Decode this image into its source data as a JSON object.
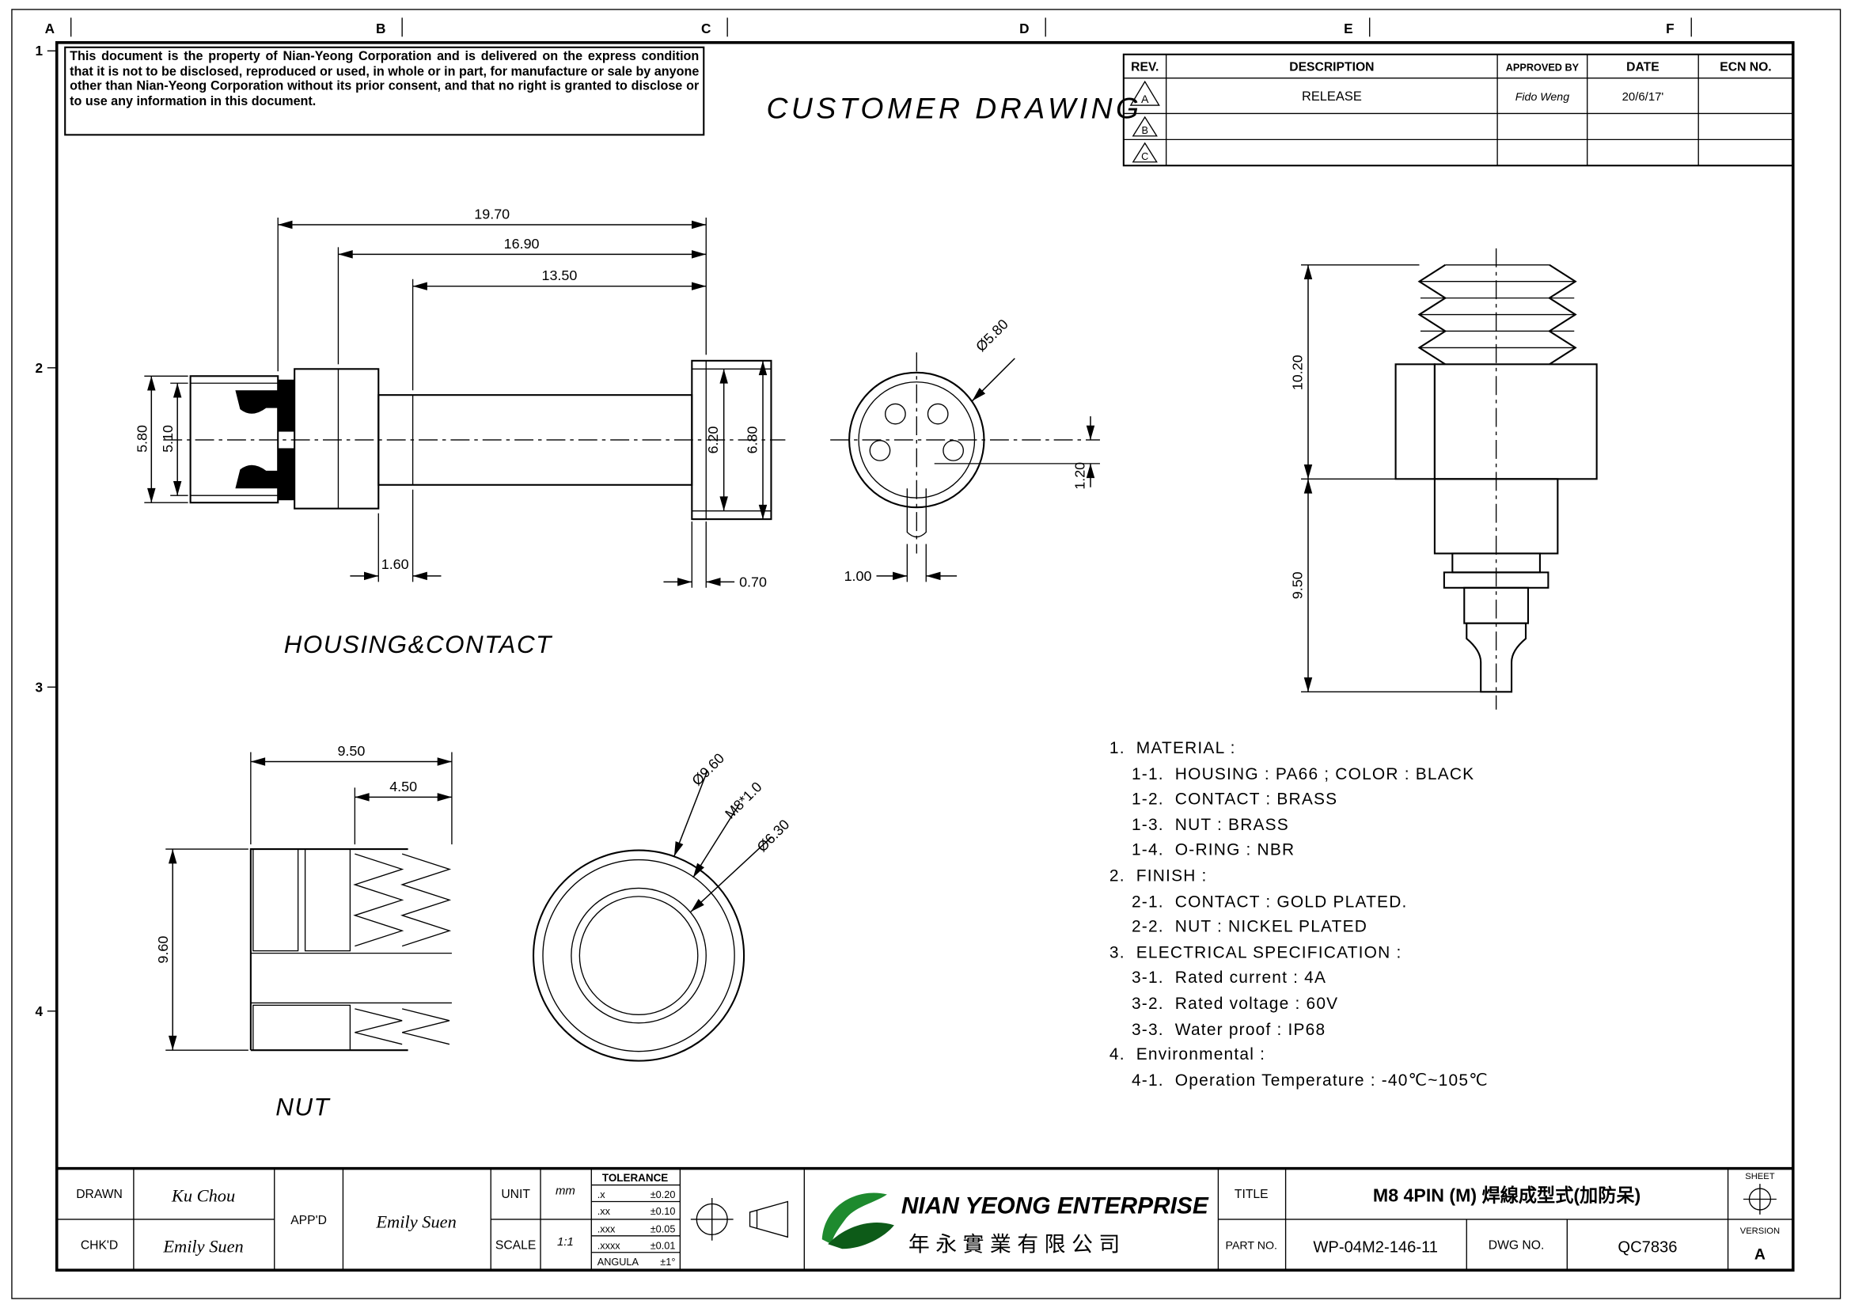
{
  "header": {
    "drawing_type": "CUSTOMER  DRAWING",
    "notice": "This document is the property of Nian-Yeong Corporation and is delivered on the express condition that it is not to be disclosed, reproduced or used, in whole or in part, for manufacture or sale by anyone other than Nian-Yeong Corporation without its prior consent, and that no right is granted to disclose or to use any information in this document."
  },
  "zones": {
    "cols": [
      "A",
      "B",
      "C",
      "D",
      "E",
      "F"
    ],
    "rows": [
      "1",
      "2",
      "3",
      "4"
    ]
  },
  "rev_table": {
    "headers": {
      "rev": "REV.",
      "description": "DESCRIPTION",
      "approved": "APPROVED BY",
      "date": "DATE",
      "ecn": "ECN NO."
    },
    "rows": [
      {
        "rev": "A",
        "description": "RELEASE",
        "approved": "Fido Weng",
        "date": "20/6/17'",
        "ecn": ""
      },
      {
        "rev": "B",
        "description": "",
        "approved": "",
        "date": "",
        "ecn": ""
      },
      {
        "rev": "C",
        "description": "",
        "approved": "",
        "date": "",
        "ecn": ""
      }
    ]
  },
  "housing_view": {
    "label": "HOUSING&CONTACT",
    "dim_19_70": "19.70",
    "dim_16_90": "16.90",
    "dim_13_50": "13.50",
    "dim_5_80": "5.80",
    "dim_5_10": "5.10",
    "dim_6_20": "6.20",
    "dim_6_80": "6.80",
    "dim_1_60": "1.60",
    "dim_0_70": "0.70"
  },
  "end_view": {
    "dim_dia_5_80": "Ø5.80",
    "dim_1_20": "1.20",
    "dim_1_00": "1.00"
  },
  "overmold_view": {
    "dim_10_20": "10.20",
    "dim_9_50": "9.50"
  },
  "nut_view": {
    "label": "NUT",
    "dim_9_50": "9.50",
    "dim_4_50": "4.50",
    "dim_9_60": "9.60"
  },
  "nut_end_view": {
    "dim_dia_9_60": "Ø9.60",
    "dim_m8": "M8*1.0",
    "dim_dia_6_30": "Ø6.30"
  },
  "notes": {
    "text": "1.  MATERIAL :\n    1-1.  HOUSING : PA66 ; COLOR : BLACK\n    1-2.  CONTACT : BRASS\n    1-3.  NUT : BRASS\n    1-4.  O-RING : NBR\n2.  FINISH :\n    2-1.  CONTACT : GOLD PLATED.\n    2-2.  NUT : NICKEL PLATED\n3.  ELECTRICAL SPECIFICATION :\n    3-1.  Rated current : 4A\n    3-2.  Rated voltage : 60V\n    3-3.  Water proof : IP68\n4.  Environmental :\n    4-1.  Operation Temperature : -40℃~105℃"
  },
  "title_block": {
    "drawn_label": "DRAWN",
    "drawn_value": "Ku Chou",
    "chkd_label": "CHK'D",
    "chkd_value": "Emily Suen",
    "appd_label": "APP'D",
    "appd_value": "Emily Suen",
    "unit_label": "UNIT",
    "unit_value": "mm",
    "scale_label": "SCALE",
    "scale_value": "1:1",
    "tolerance": {
      "header": "TOLERANCE",
      "row1_label": ".x",
      "row1_value": "±0.20",
      "row2_label": ".xx",
      "row2_value": "±0.10",
      "row3_label": ".xxx",
      "row3_value": "±0.05",
      "row4_label": ".xxxx",
      "row4_value": "±0.01",
      "row5_label": "ANGULA",
      "row5_value": "±1°"
    },
    "company_en": "NIAN YEONG ENTERPRISE",
    "company_cn": "年永實業有限公司",
    "title_label": "TITLE",
    "title_value": "M8  4PIN  (M)  焊線成型式(加防呆)",
    "part_no_label": "PART NO.",
    "part_no_value": "WP-04M2-146-11",
    "dwg_no_label": "DWG NO.",
    "dwg_no_value": "QC7836",
    "sheet_label": "SHEET",
    "version_label": "VERSION",
    "version_value": "A"
  },
  "colors": {
    "line": "#000000",
    "logo_green": "#1e8a2e",
    "logo_green_dark": "#0d5b18",
    "background": "#ffffff"
  }
}
